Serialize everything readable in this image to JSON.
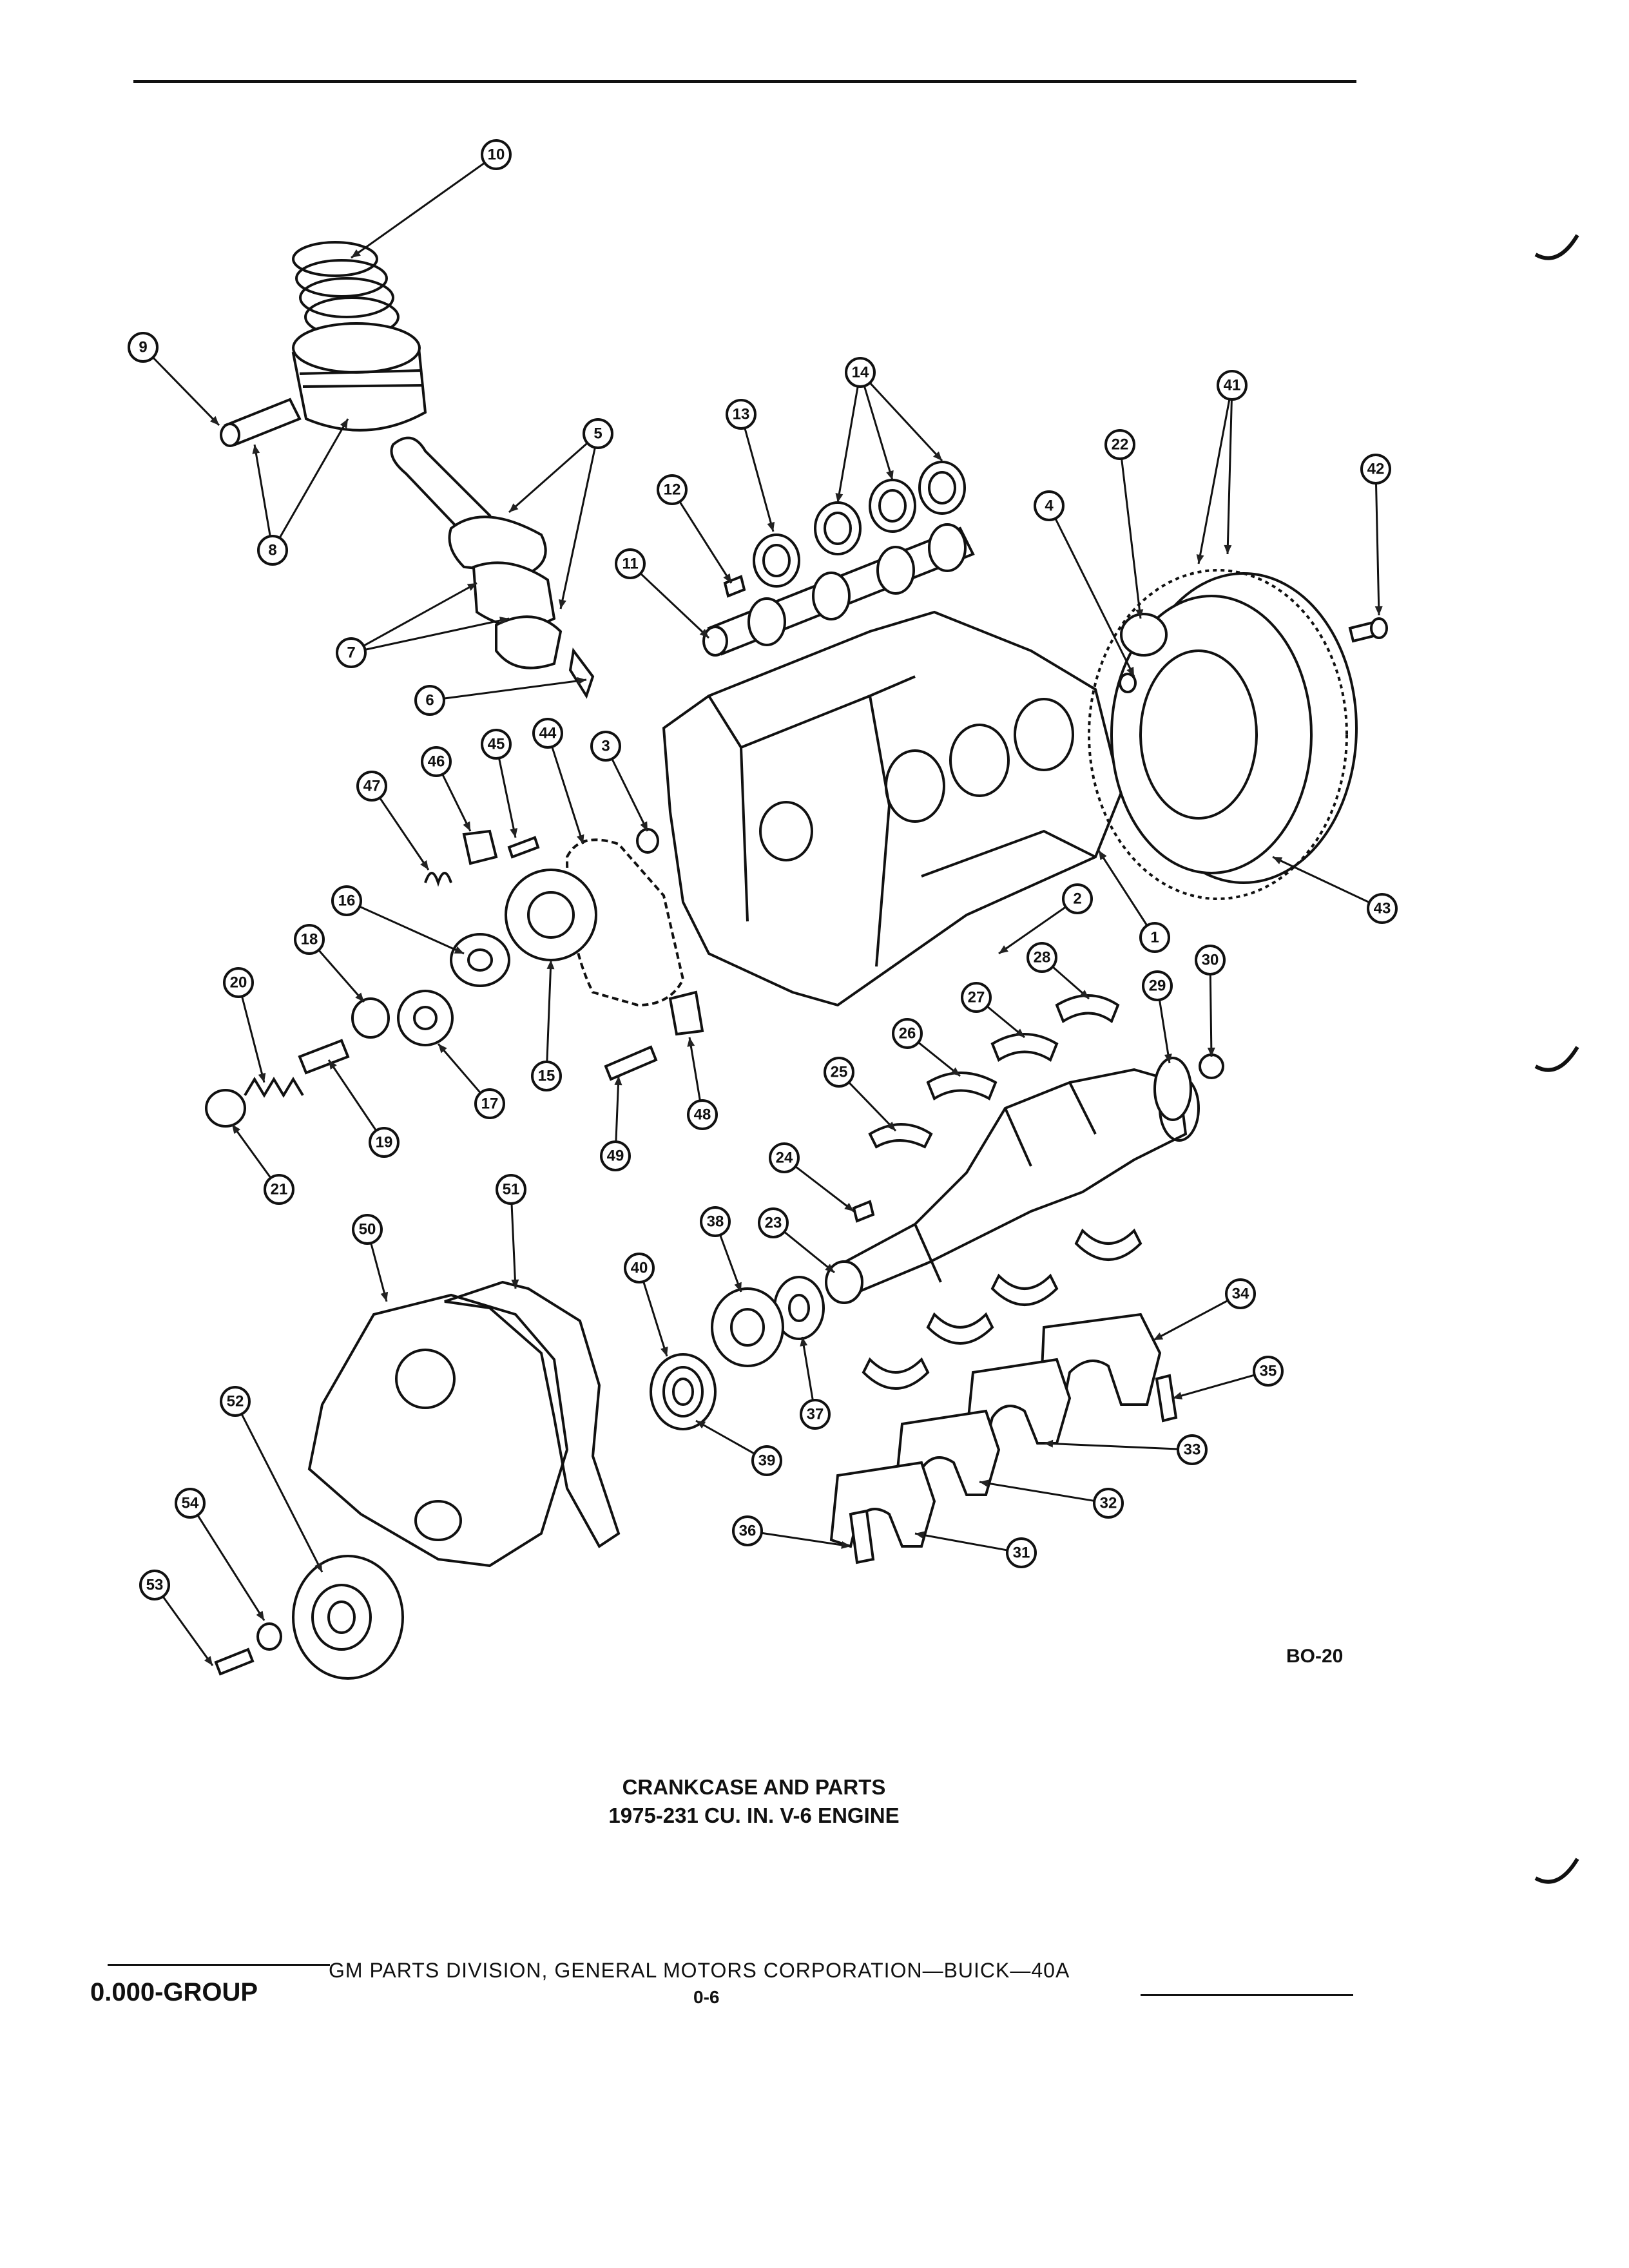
{
  "diagram": {
    "reference_code": "BO-20",
    "caption_line1": "CRANKCASE AND PARTS",
    "caption_line2": "1975-231 CU. IN. V-6 ENGINE",
    "callouts": [
      "1",
      "2",
      "3",
      "4",
      "5",
      "6",
      "7",
      "8",
      "9",
      "10",
      "11",
      "12",
      "13",
      "14",
      "15",
      "16",
      "17",
      "18",
      "19",
      "20",
      "21",
      "22",
      "23",
      "24",
      "25",
      "26",
      "27",
      "28",
      "29",
      "30",
      "31",
      "32",
      "33",
      "34",
      "35",
      "36",
      "37",
      "38",
      "39",
      "40",
      "41",
      "42",
      "43",
      "44",
      "45",
      "46",
      "47",
      "48",
      "49",
      "50",
      "51",
      "52",
      "53",
      "54"
    ]
  },
  "footer": {
    "group": "0.000-GROUP",
    "publisher": "GM PARTS DIVISION, GENERAL MOTORS CORPORATION—BUICK—40A",
    "page": "0-6"
  }
}
